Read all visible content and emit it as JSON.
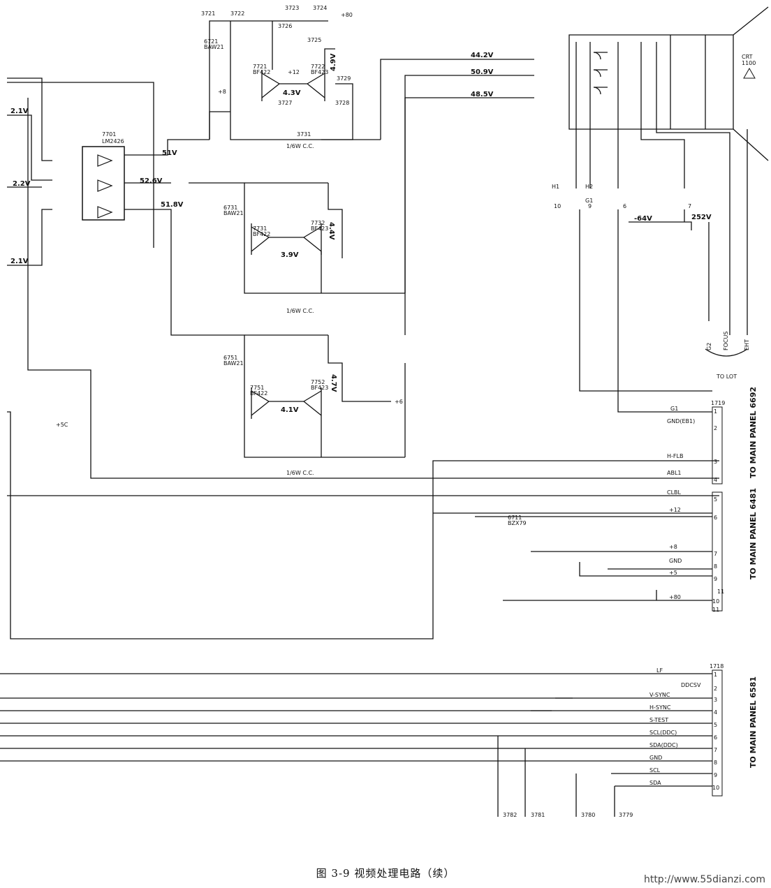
{
  "caption": "图 3-9   视频处理电路（续）",
  "watermark": "http://www.55dianzi.com",
  "ic_7701": {
    "designator": "7701",
    "part": "LM2426"
  },
  "transistors": [
    {
      "designator": "7721",
      "part": "BF422"
    },
    {
      "designator": "7722",
      "part": "BF423"
    },
    {
      "designator": "7731",
      "part": "BF422"
    },
    {
      "designator": "7732",
      "part": "BF423"
    },
    {
      "designator": "7751",
      "part": "BF422"
    },
    {
      "designator": "7752",
      "part": "BF423"
    }
  ],
  "diodes": [
    {
      "designator": "6721",
      "part": "BAW21"
    },
    {
      "designator": "6731",
      "part": "BAW21"
    },
    {
      "designator": "6751",
      "part": "BAW21"
    },
    {
      "designator": "6711",
      "part": "BZX79"
    }
  ],
  "voltages": {
    "in_r": "2.1V",
    "in_g": "2.2V",
    "in_b": "2.1V",
    "out_1": "51V",
    "out_2": "52.6V",
    "out_3": "51.8V",
    "q1_emit": "4.3V",
    "q1_top": "4.9V",
    "q2_emit": "3.9V",
    "q2_top": "4.4V",
    "q3_emit": "4.1V",
    "q3_top": "4.7V",
    "k_r": "44.2V",
    "k_g": "50.9V",
    "k_b": "48.5V",
    "g1": "-64V",
    "g2": "252V"
  },
  "cc_labels": [
    "1/6W C.C.",
    "1/6W C.C.",
    "1/6W C.C."
  ],
  "crt": {
    "label": "CRT",
    "cap": "1100"
  },
  "lot_label": "TO LOT",
  "pin_labels": [
    "G1",
    "G2",
    "FOCUS",
    "EHT",
    "H1",
    "H2",
    "10",
    "11",
    "9",
    "6",
    "7"
  ],
  "connector_1": {
    "header": "1719",
    "title": "TO MAIN PANEL 6692",
    "pins": [
      {
        "num": "1",
        "name": "G1"
      },
      {
        "num": "2",
        "name": "GND(EB1)"
      },
      {
        "num": "3",
        "name": "H-FLB"
      },
      {
        "num": "4",
        "name": "ABL1"
      }
    ]
  },
  "connector_2": {
    "title": "TO MAIN PANEL 6481",
    "pins": [
      {
        "num": "5",
        "name": "CLBL"
      },
      {
        "num": "6",
        "name": "+12"
      },
      {
        "num": "7",
        "name": "+8"
      },
      {
        "num": "8",
        "name": "GND"
      },
      {
        "num": "9",
        "name": "+5"
      },
      {
        "num": "10",
        "name": "+80"
      },
      {
        "num": "11",
        "name": ""
      }
    ]
  },
  "connector_3": {
    "header": "1718",
    "title": "TO MAIN PANEL 6581",
    "pins": [
      {
        "num": "1",
        "name": "LF"
      },
      {
        "num": "2",
        "name": "DDCSV"
      },
      {
        "num": "3",
        "name": "V-SYNC"
      },
      {
        "num": "4",
        "name": "H-SYNC"
      },
      {
        "num": "5",
        "name": "S-TEST"
      },
      {
        "num": "6",
        "name": "SCL(DDC)"
      },
      {
        "num": "7",
        "name": "SDA(DDC)"
      },
      {
        "num": "8",
        "name": "GND"
      },
      {
        "num": "9",
        "name": "SCL"
      },
      {
        "num": "10",
        "name": "SDA"
      }
    ]
  },
  "supply_labels": [
    "+80",
    "+12",
    "+8",
    "+5C",
    "+6"
  ],
  "resistors_top": [
    "3721",
    "3722",
    "3723",
    "3724",
    "3725",
    "3726",
    "3727",
    "3728",
    "3729",
    "3731"
  ],
  "bottom_caps": [
    "3782",
    "3781",
    "3780",
    "3779"
  ]
}
